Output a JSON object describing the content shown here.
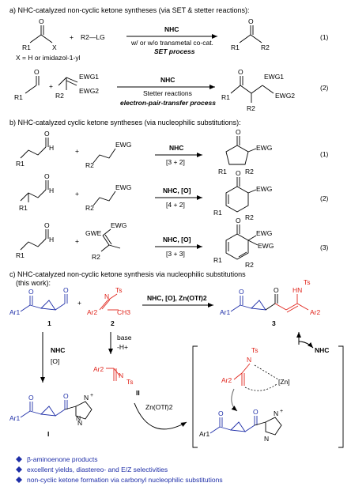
{
  "section_a": {
    "title": "a) NHC-catalyzed non-cyclic ketone syntheses (via SET & stetter reactions):",
    "rxn1": {
      "sub_R1": "R1",
      "sub_X": "X",
      "plus": "+",
      "reagent": "R2—LG",
      "cat": "NHC",
      "cond": "w/ or w/o transmetal co-cat.",
      "process": "SET process",
      "note": "X = H or imidazol-1-yl",
      "prod_R1": "R1",
      "prod_R2": "R2",
      "num": "(1)"
    },
    "rxn2": {
      "R1": "R1",
      "R2": "R2",
      "EWG1": "EWG1",
      "EWG2": "EWG2",
      "cat": "NHC",
      "cond": "Stetter reactions",
      "process": "electron-pair-transfer process",
      "num": "(2)"
    }
  },
  "section_b": {
    "title": "b) NHC-catalyzed cyclic ketone syntheses (via nucleophilic substitutions):",
    "rows": [
      {
        "reag": "EWG",
        "cat": "NHC",
        "cond": "[3 + 2]",
        "num": "(1)",
        "labels": [
          "R1",
          "R2",
          "EWG"
        ]
      },
      {
        "reag": "EWG",
        "cat": "NHC, [O]",
        "cond": "[4 + 2]",
        "num": "(2)",
        "labels": [
          "R1",
          "R2",
          "EWG",
          "R1"
        ]
      },
      {
        "reag": "EWG",
        "cat": "NHC, [O]",
        "cond": "[3 + 3]",
        "num": "(3)",
        "labels": [
          "R1",
          "R2",
          "EWG",
          "EWG",
          "GWE"
        ]
      }
    ]
  },
  "section_c": {
    "title_line1": "c) NHC-catalyzed non-cyclic ketone synthesis via nucleophilic substitutions",
    "title_line2": "(this work):",
    "top_cond": "NHC, [O], Zn(OTf)2",
    "cmpd1": "1",
    "cmpd2": "2",
    "cmpd3": "3",
    "Ar1": "Ar1",
    "Ar2": "Ar2",
    "Ts": "Ts",
    "CH3": "CH3",
    "HN": "HN",
    "N": "N",
    "base": "base",
    "minusH": "-H+",
    "II": "II",
    "I": "I",
    "NHC_O_1": "NHC",
    "NHC_O_2": "[O]",
    "zn_cond": "Zn(OTf)2",
    "zn_label": "[Zn]",
    "nhc_release": "NHC",
    "bullets": [
      "β-aminoenone products",
      "excellent yields, diastereo- and E/Z selectivities",
      "non-cyclic ketone formation via carbonyl nucleophilic substitutions"
    ]
  },
  "colors": {
    "blue": "#1f2fa8",
    "red": "#e0241b",
    "black": "#000000"
  }
}
